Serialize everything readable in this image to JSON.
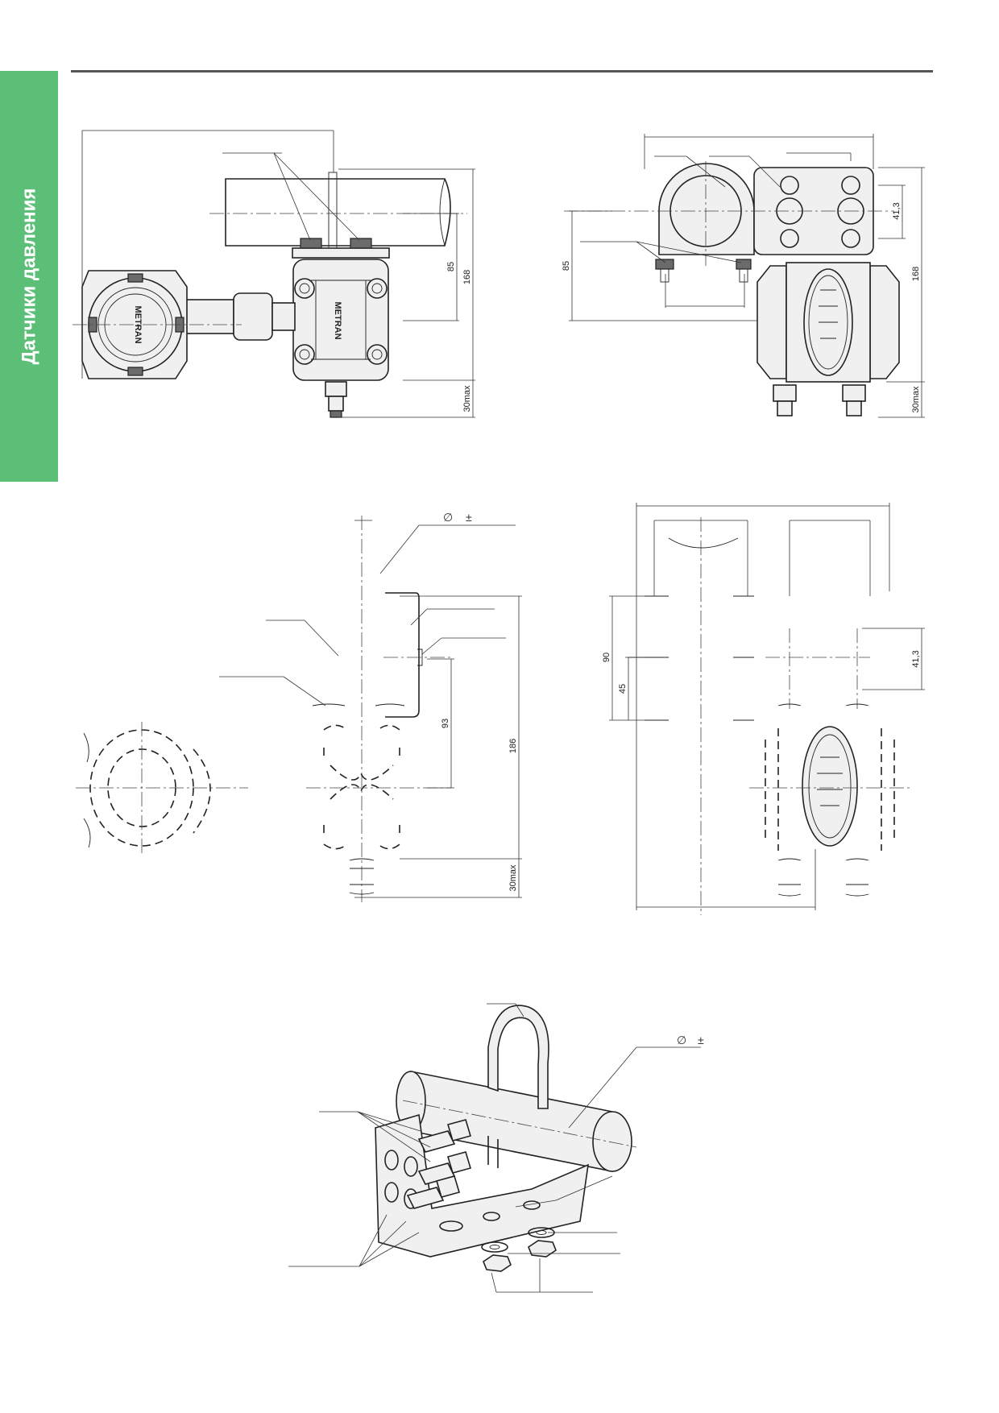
{
  "side_tab": {
    "label": "Датчики давления",
    "color": "#5cbf78"
  },
  "views": {
    "front": {
      "dim_85": "85",
      "dim_168": "168",
      "dim_30max": "30max",
      "body_text": "METRAN",
      "label_text": "METRAN"
    },
    "side": {
      "dim_85": "85",
      "dim_168": "168",
      "dim_41_3": "41,3",
      "dim_30max": "30max"
    },
    "bracket_profile": {
      "dim_93": "93",
      "dim_186": "186",
      "dim_30max": "30max",
      "diameter_symbol": "∅",
      "tolerance_symbol": "±"
    },
    "bracket_front": {
      "dim_90": "90",
      "dim_45": "45",
      "dim_41_3": "41,3"
    },
    "isometric": {
      "diameter_symbol": "∅",
      "tolerance_symbol": "±"
    }
  }
}
